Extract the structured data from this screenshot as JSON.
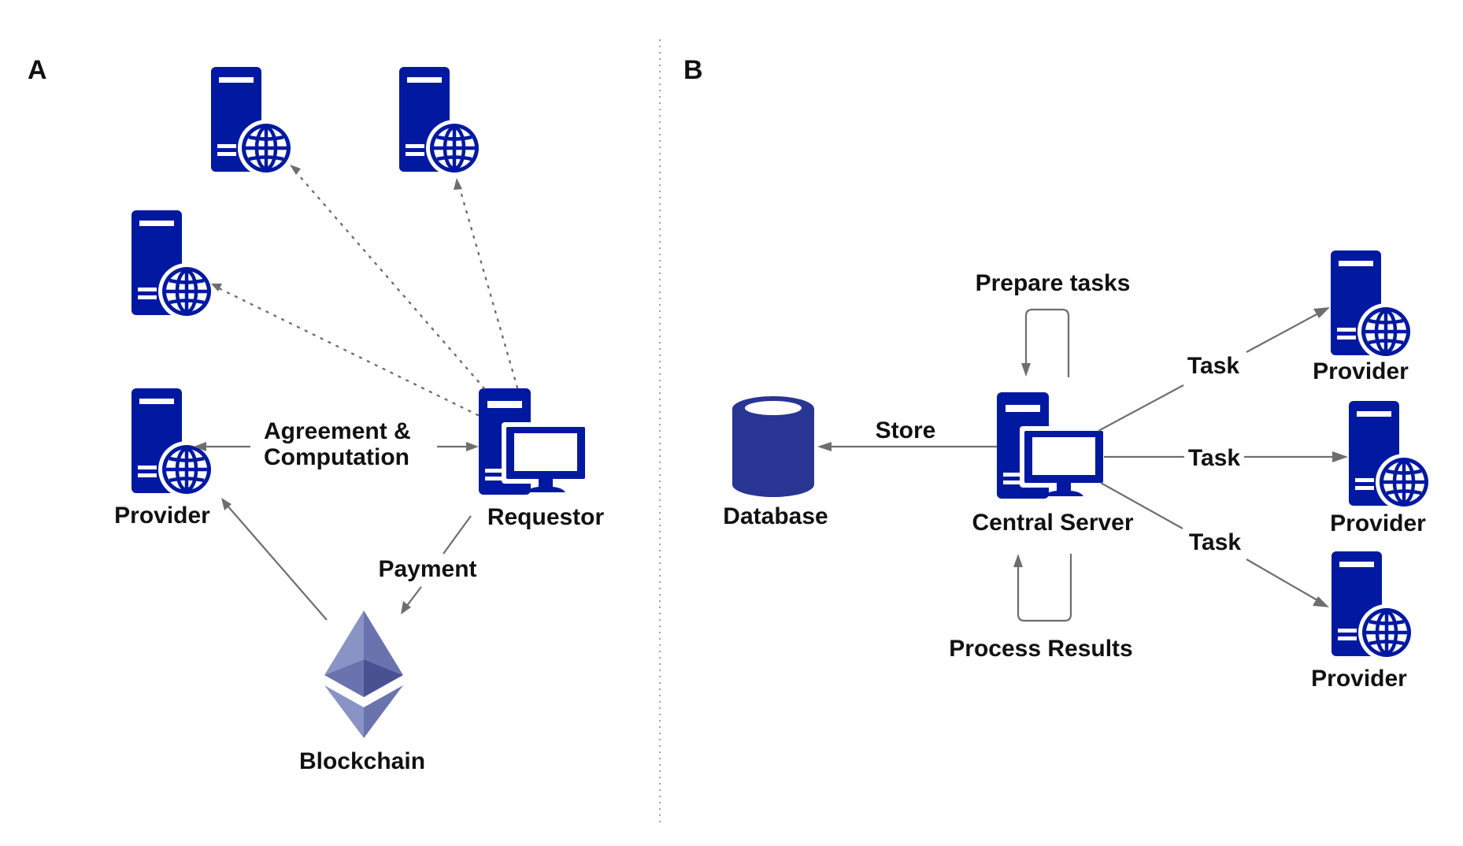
{
  "colors": {
    "icon_blue": "#0019a0",
    "database_blue": "#283593",
    "arrow_gray": "#6e6e6e",
    "eth_light": "#8a93c6",
    "eth_mid": "#6a73ad",
    "eth_dark": "#4a5193",
    "text": "#111111"
  },
  "panelA": {
    "label": "A",
    "nodes": {
      "provider": "Provider",
      "requestor": "Requestor",
      "blockchain": "Blockchain"
    },
    "other_servers": [
      {
        "icon": "web-server-icon"
      },
      {
        "icon": "web-server-icon"
      },
      {
        "icon": "web-server-icon"
      }
    ],
    "edges": {
      "agreement_line1": "Agreement &",
      "agreement_line2": "Computation",
      "payment": "Payment"
    }
  },
  "panelB": {
    "label": "B",
    "nodes": {
      "database": "Database",
      "central_server": "Central Server",
      "providers": [
        "Provider",
        "Provider",
        "Provider"
      ]
    },
    "edges": {
      "store": "Store",
      "prepare": "Prepare tasks",
      "process": "Process Results",
      "tasks": [
        "Task",
        "Task",
        "Task"
      ]
    }
  }
}
